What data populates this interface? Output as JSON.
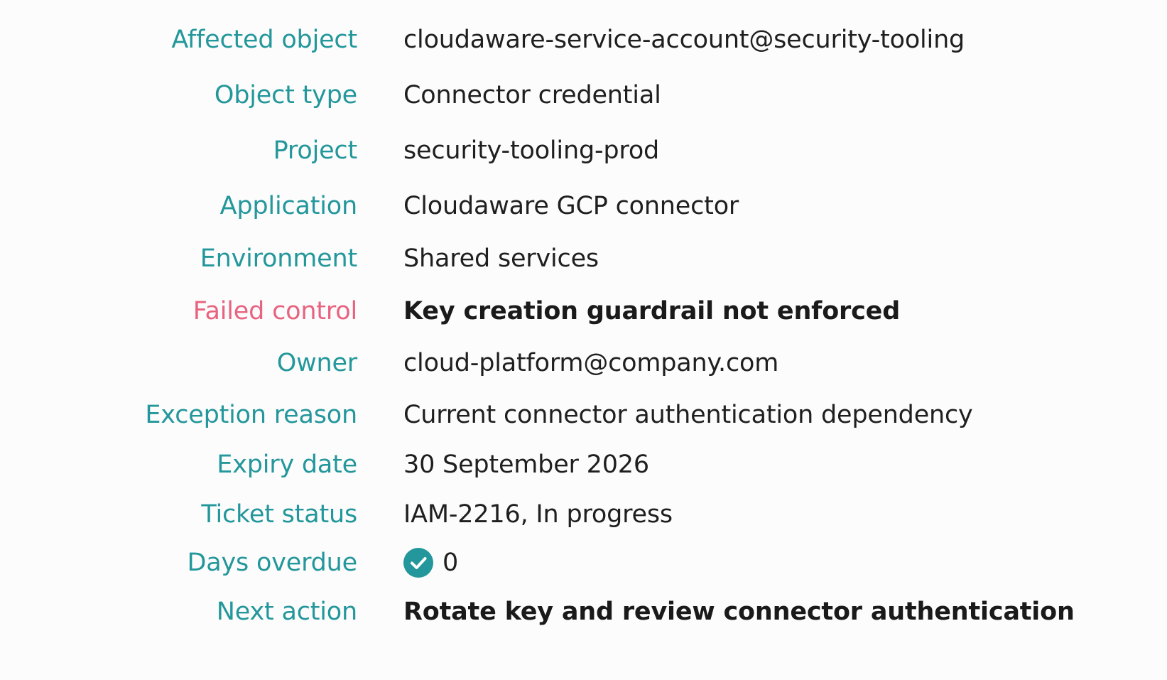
{
  "details": {
    "rows": [
      {
        "label": "Affected object",
        "value": "cloudaware-service-account@security-tooling"
      },
      {
        "label": "Object type",
        "value": "Connector credential"
      },
      {
        "label": "Project",
        "value": "security-tooling-prod"
      },
      {
        "label": "Application",
        "value": "Cloudaware GCP connector"
      },
      {
        "label": "Environment",
        "value": "Shared services"
      },
      {
        "label": "Failed control",
        "value": "Key creation guardrail not enforced"
      },
      {
        "label": "Owner",
        "value": "cloud-platform@company.com"
      },
      {
        "label": "Exception reason",
        "value": "Current connector authentication dependency"
      },
      {
        "label": "Expiry date",
        "value": "30 September 2026"
      },
      {
        "label": "Ticket status",
        "value": "IAM-2216, In progress"
      },
      {
        "label": "Days overdue",
        "value": "0",
        "icon": "check-circle-icon"
      },
      {
        "label": "Next action",
        "value": "Rotate key and review connector authentication"
      }
    ]
  },
  "colors": {
    "label": "#23979b",
    "alert_label": "#e8637f",
    "value": "#1f1f1f",
    "check_icon": "#23979b"
  }
}
